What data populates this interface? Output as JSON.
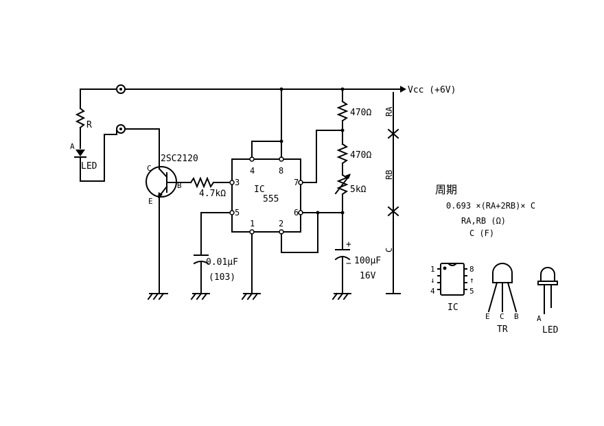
{
  "labels": {
    "vcc": "Vcc (+6V)",
    "r": "R",
    "led_a": "A",
    "led": "LED",
    "transistor": "2SC2120",
    "pin_c": "C",
    "pin_b": "B",
    "pin_e": "E",
    "r_base": "4.7kΩ",
    "ic_name": "IC",
    "ic_num": "555",
    "pin4": "4",
    "pin8": "8",
    "pin3": "3",
    "pin7": "7",
    "pin5": "5",
    "pin6": "6",
    "pin1": "1",
    "pin2": "2",
    "r1": "470Ω",
    "r2": "470Ω",
    "vr": "5kΩ",
    "cap_ctrl_value": "0.01μF",
    "cap_ctrl_code": "(103)",
    "cap_main_value": "100μF",
    "cap_main_voltage": "16V",
    "plus": "+",
    "minus": "−",
    "dim_ra": "RA",
    "dim_rb": "RB",
    "dim_c": "C"
  },
  "formula": {
    "title": "周期",
    "expr": "0.693 ×(RA+2RB)× C",
    "units_r": "RA,RB (Ω)",
    "units_c": "C    (F)"
  },
  "legend": {
    "ic_label": "IC",
    "ic_pins_left": [
      "1",
      "↓",
      "4"
    ],
    "ic_pins_right": [
      "8",
      "↑",
      "5"
    ],
    "tr_label": "TR",
    "tr_pins": [
      "E",
      "C",
      "B"
    ],
    "led_label": "LED",
    "led_pin": "A"
  }
}
